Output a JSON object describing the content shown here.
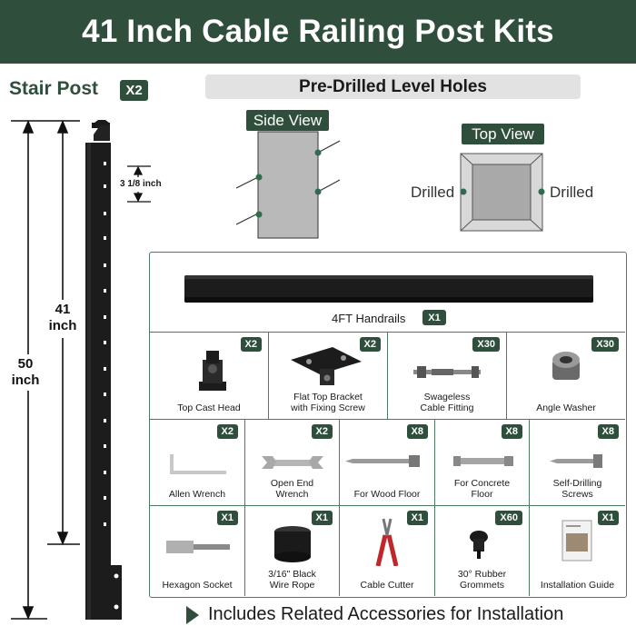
{
  "header": {
    "title": "41 Inch Cable Railing Post Kits"
  },
  "post": {
    "label": "Stair Post",
    "qty": "X2",
    "height_total": "50\ninch",
    "height_upper": "41\ninch",
    "hole_spacing": "3 1/8 inch"
  },
  "holes": {
    "heading": "Pre-Drilled Level Holes",
    "side_view": "Side View",
    "top_view": "Top View",
    "drilled_left": "Drilled",
    "drilled_right": "Drilled"
  },
  "handrail": {
    "label": "4FT Handrails",
    "qty": "X1"
  },
  "parts": {
    "row1": [
      {
        "label": "Top Cast Head",
        "qty": "X2",
        "icon": "top-cast-head-icon"
      },
      {
        "label": "Flat Top Bracket\nwith Fixing Screw",
        "qty": "X2",
        "icon": "flat-top-bracket-icon"
      },
      {
        "label": "Swageless\nCable Fitting",
        "qty": "X30",
        "icon": "cable-fitting-icon"
      },
      {
        "label": "Angle Washer",
        "qty": "X30",
        "icon": "angle-washer-icon"
      }
    ],
    "row2": [
      {
        "label": "Allen Wrench",
        "qty": "X2",
        "icon": "allen-wrench-icon"
      },
      {
        "label": "Open End\nWrench",
        "qty": "X2",
        "icon": "open-end-wrench-icon"
      },
      {
        "label": "For Wood Floor",
        "qty": "X8",
        "icon": "wood-screw-icon"
      },
      {
        "label": "For Concrete\nFloor",
        "qty": "X8",
        "icon": "concrete-anchor-icon"
      },
      {
        "label": "Self-Drilling\nScrews",
        "qty": "X8",
        "icon": "self-drilling-screw-icon"
      }
    ],
    "row3": [
      {
        "label": "Hexagon Socket",
        "qty": "X1",
        "icon": "hexagon-socket-icon"
      },
      {
        "label": "3/16\" Black\nWire Rope",
        "qty": "X1",
        "icon": "wire-rope-icon"
      },
      {
        "label": "Cable Cutter",
        "qty": "X1",
        "icon": "cable-cutter-icon"
      },
      {
        "label": "30° Rubber\nGrommets",
        "qty": "X60",
        "icon": "rubber-grommet-icon"
      },
      {
        "label": "Installation Guide",
        "qty": "X1",
        "icon": "installation-guide-icon"
      }
    ]
  },
  "footer": {
    "text": "Includes Related Accessories for Installation"
  },
  "colors": {
    "brand": "#2f4f3c",
    "border": "#4f7a62",
    "metal": "#1c1c1c"
  }
}
